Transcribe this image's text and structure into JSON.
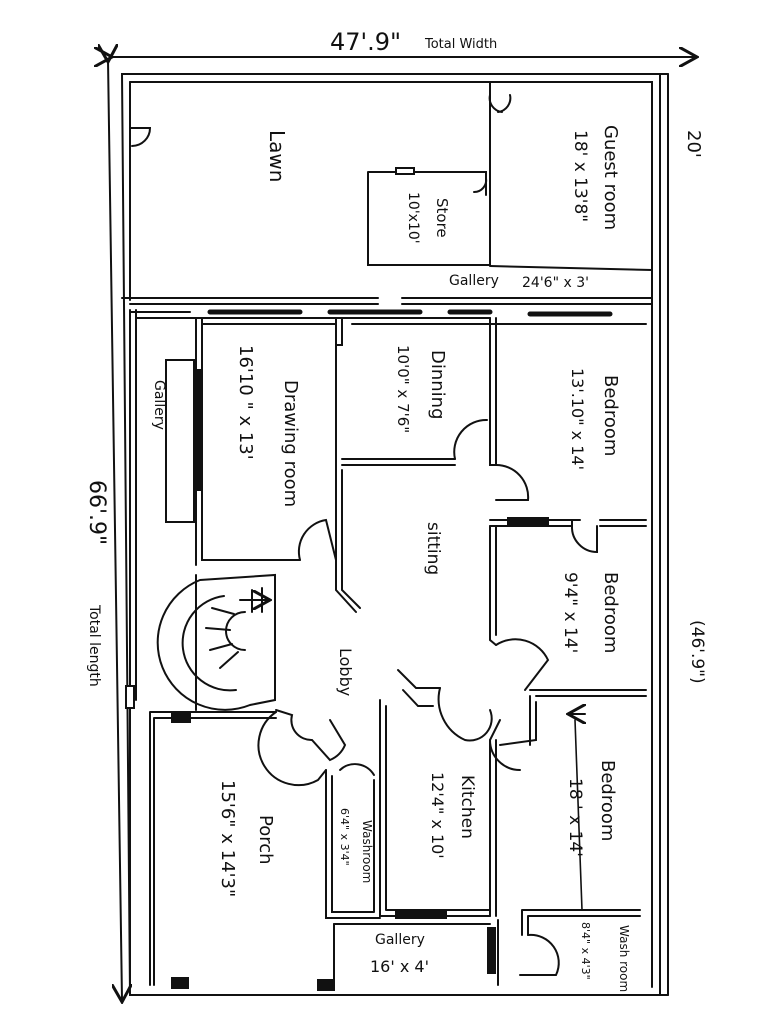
{
  "dimensions": {
    "total_width": "47'.9\"",
    "total_width_label": "Total Width",
    "total_length": "66'.9\"",
    "total_length_label": "Total length",
    "side_20": "20'",
    "side_46": "(46'.9\")"
  },
  "rooms": {
    "lawn": {
      "name": "Lawn"
    },
    "guest_room": {
      "name": "Guest room",
      "size": "18' x 13'8\""
    },
    "store": {
      "name": "Store",
      "size": "10'x10'"
    },
    "gallery_top": {
      "name": "Gallery",
      "size": "24'6\" x 3'"
    },
    "gallery_left": {
      "name": "Gallery"
    },
    "drawing_room": {
      "name": "Drawing room",
      "size": "16'10 \" x 13'"
    },
    "dinning": {
      "name": "Dinning",
      "size": "10'0\" x 7'6\""
    },
    "bedroom_1": {
      "name": "Bedroom",
      "size": "13'.10\" x 14'"
    },
    "sitting": {
      "name": "sitting"
    },
    "bedroom_2": {
      "name": "Bedroom",
      "size": "9'4\" x 14'"
    },
    "lobby": {
      "name": "Lobby"
    },
    "kitchen": {
      "name": "Kitchen",
      "size": "12'4\" x 10'"
    },
    "bedroom_3": {
      "name": "Bedroom",
      "size": "18 ' x 14'"
    },
    "porch": {
      "name": "Porch",
      "size": "15'6\" x 14'3\""
    },
    "washroom": {
      "name": "Washroom",
      "size": "6'4\" x 3'4\""
    },
    "gallery_bottom": {
      "name": "Gallery",
      "size": "16' x 4'"
    },
    "wash_room": {
      "name": "Wash room",
      "size": "8'4\" x 4'3\""
    }
  }
}
